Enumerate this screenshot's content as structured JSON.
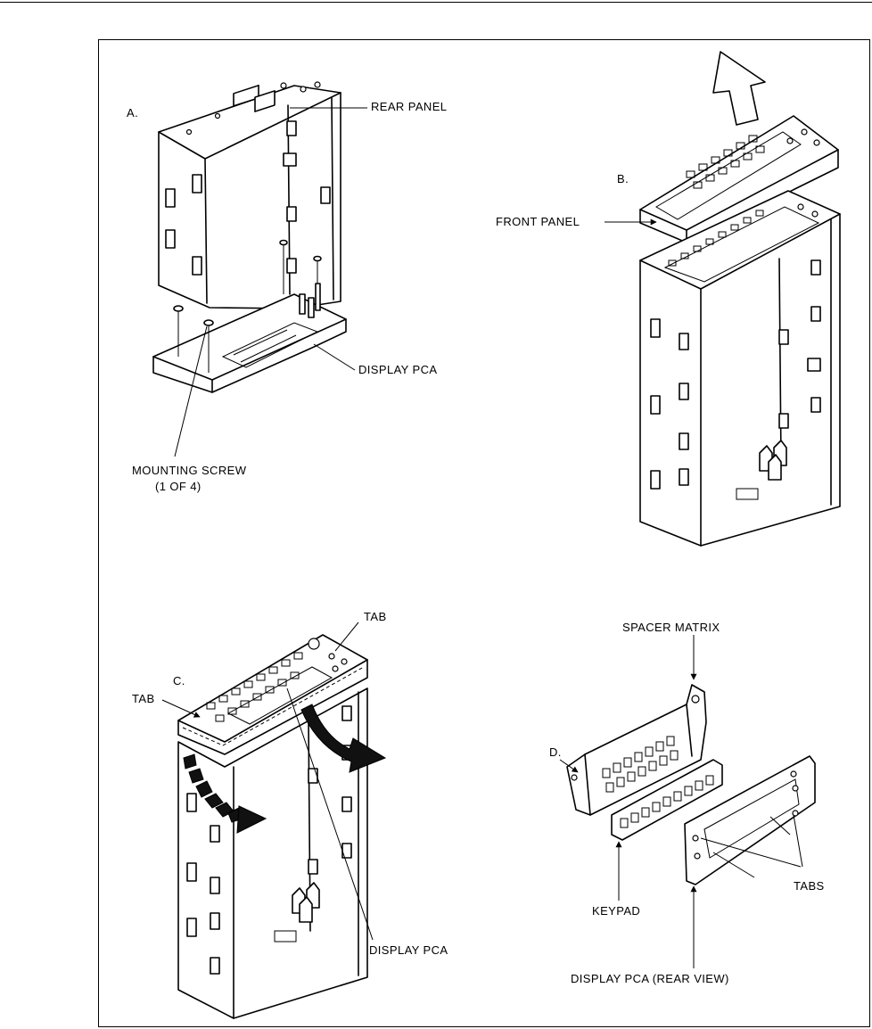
{
  "figure": {
    "panels": [
      {
        "letter": "A."
      },
      {
        "letter": "B."
      },
      {
        "letter": "C."
      },
      {
        "letter": "D."
      }
    ],
    "labels": {
      "rear_panel": "REAR PANEL",
      "display_pca_a": "DISPLAY PCA",
      "mounting_screw_1": "MOUNTING SCREW",
      "mounting_screw_2": "(1 OF 4)",
      "front_panel": "FRONT PANEL",
      "tab_top": "TAB",
      "tab_left": "TAB",
      "display_pca_c": "DISPLAY PCA",
      "spacer_matrix": "SPACER MATRIX",
      "keypad": "KEYPAD",
      "tabs": "TABS",
      "display_pca_rear": "DISPLAY PCA (REAR VIEW)"
    },
    "icons": [
      "up-arrow-icon",
      "curved-arrow-icon",
      "screw-icon"
    ]
  }
}
